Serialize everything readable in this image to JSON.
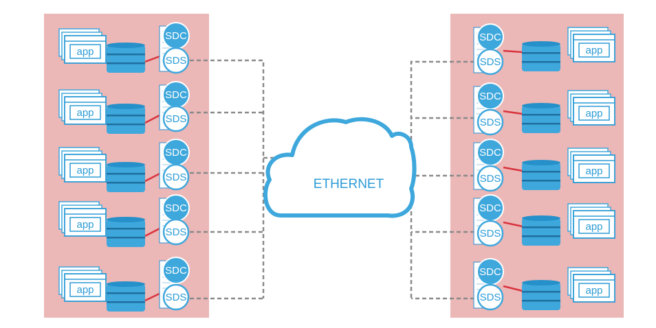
{
  "network": {
    "label": "ETHERNET"
  },
  "node": {
    "app_label": "app",
    "sdc_label": "SDC",
    "sds_label": "SDS"
  },
  "clusters": [
    {
      "side": "left",
      "rows": 5
    },
    {
      "side": "right",
      "rows": 5
    }
  ],
  "colors": {
    "panel": "#ebb7b7",
    "accent": "#3ea7dc",
    "disk_band": "#1f6f9f",
    "link": "#d9343d",
    "network_line": "#8a8a8a"
  }
}
